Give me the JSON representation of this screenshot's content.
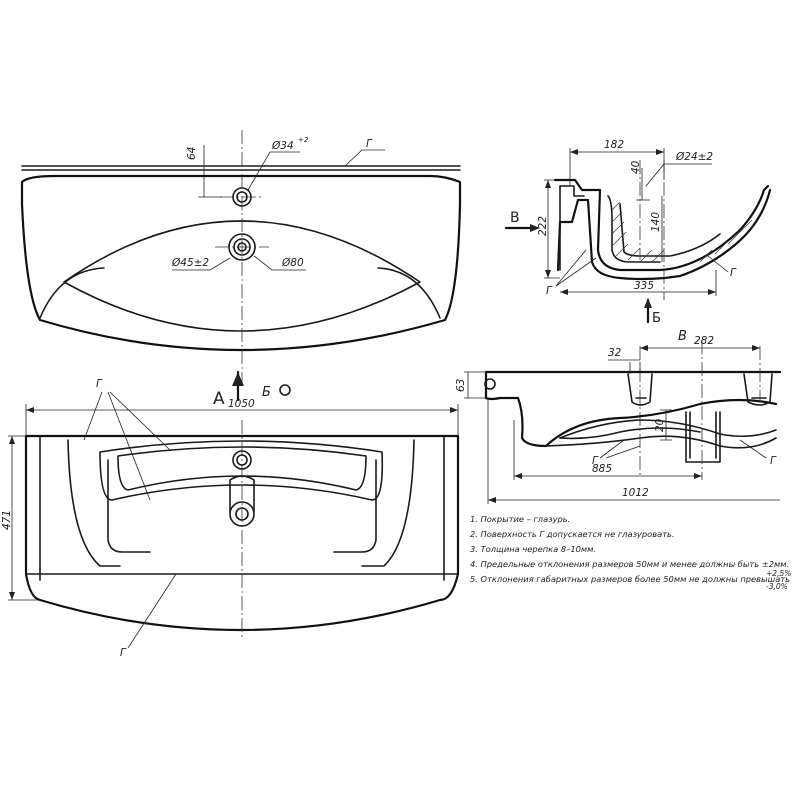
{
  "dimensions": {
    "hole_diameter_top": "Ø34",
    "hole_tolerance_top": "+2",
    "depth_64": "64",
    "drain_diameter": "Ø45±2",
    "drain_outer_diameter": "Ø80",
    "overall_width": "1050",
    "overall_depth": "471",
    "section_width": "182",
    "section_40": "40",
    "section_hole_diameter": "Ø24±2",
    "section_height": "222",
    "section_140": "140",
    "section_335": "335",
    "side_32": "32",
    "side_282": "282",
    "side_63": "63",
    "side_20": "20",
    "side_885": "885",
    "side_1012": "1012"
  },
  "labels": {
    "surface_g": "Г",
    "view_a": "A",
    "view_b": "Б",
    "view_v": "В"
  },
  "notes": [
    "1. Покрытие – глазурь.",
    "2. Поверхность Г допускается не глазуровать.",
    "3. Толщина черепка 8–10мм.",
    "4. Предельные отклонения размеров 50мм и менее должны быть ±2мм.",
    "5. Отклонения габаритных размеров более 50мм не должны превышать"
  ],
  "tolerance_plus": "+2,5%",
  "tolerance_minus": "-3,0%"
}
